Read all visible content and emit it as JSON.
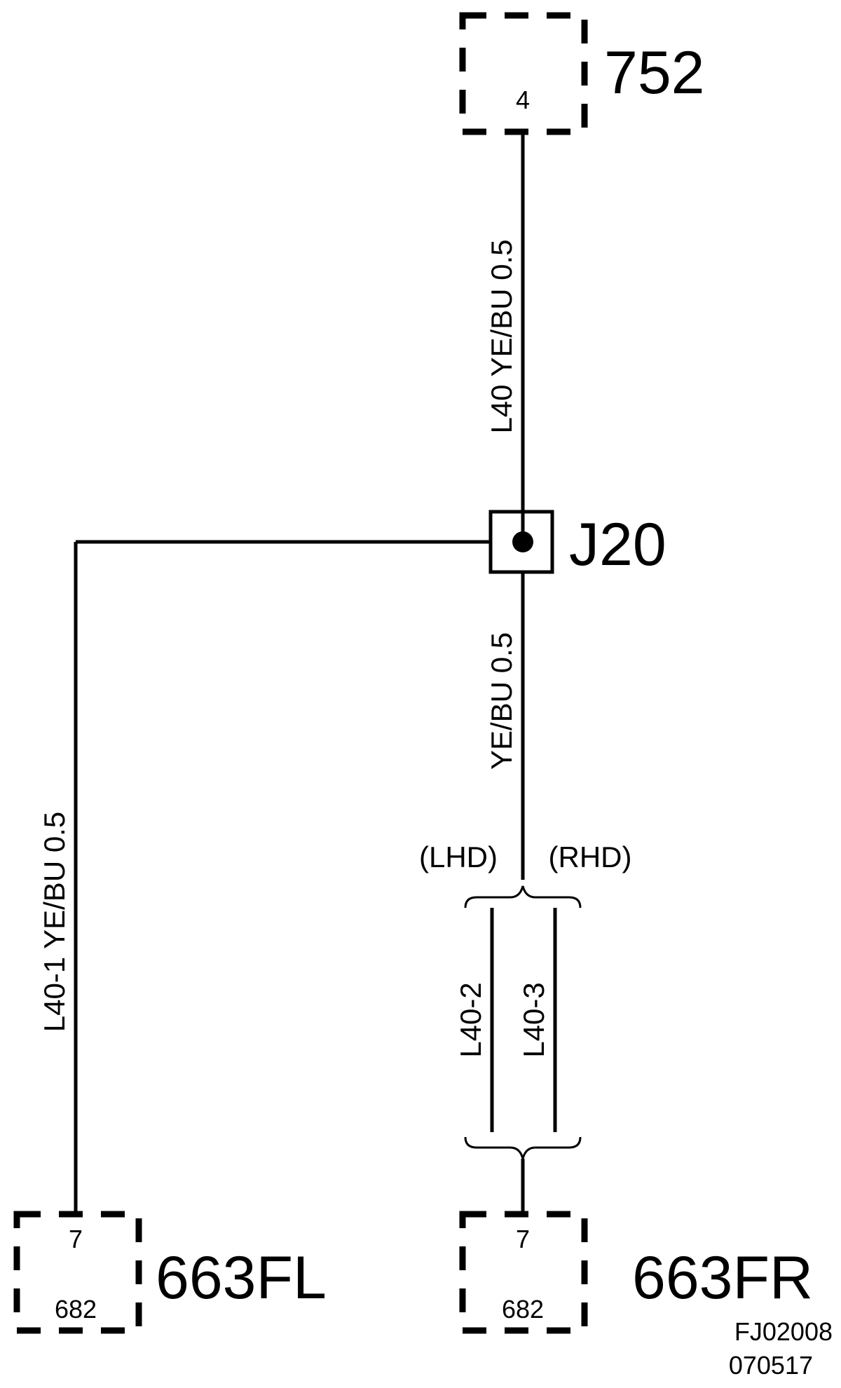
{
  "components": {
    "top": {
      "name": "752",
      "pin": "4"
    },
    "splice": {
      "name": "J20"
    },
    "front_left": {
      "name": "663FL",
      "pin": "7",
      "connector": "682"
    },
    "front_right": {
      "name": "663FR",
      "pin": "7",
      "connector": "682"
    }
  },
  "wires": {
    "top_segment": "L40   YE/BU  0.5",
    "lower_segment": "YE/BU  0.5",
    "left_branch": "L40-1   YE/BU   0.5",
    "lhd_branch": "L40-2",
    "rhd_branch": "L40-3"
  },
  "variants": {
    "lhd": "(LHD)",
    "rhd": "(RHD)"
  },
  "drawing_codes": {
    "figure": "FJ02008",
    "date": "070517"
  }
}
